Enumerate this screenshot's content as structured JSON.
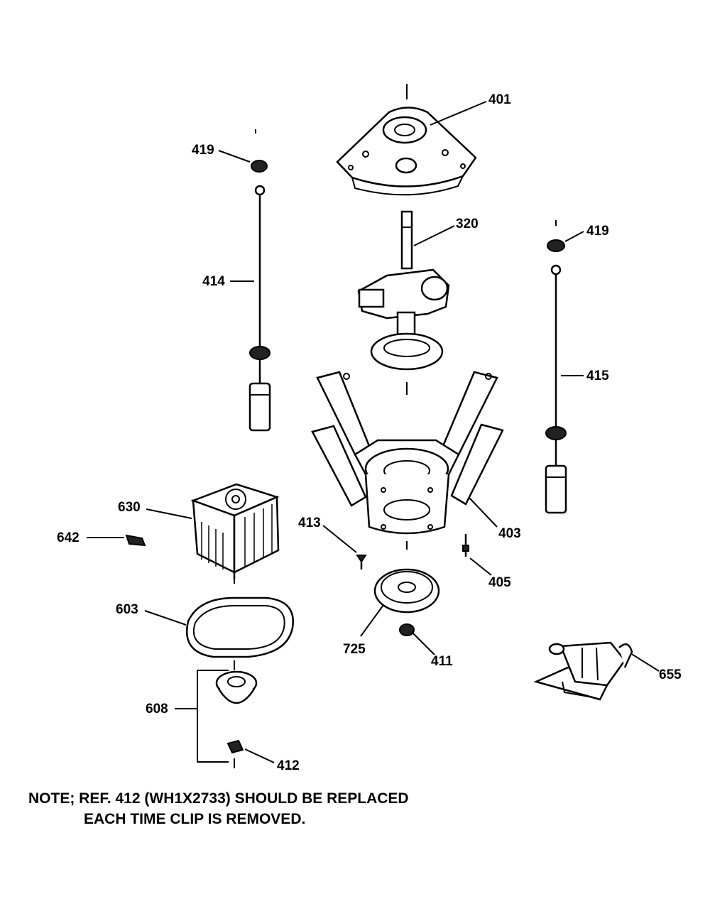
{
  "labels": {
    "p401": "401",
    "p419a": "419",
    "p419b": "419",
    "p320": "320",
    "p414": "414",
    "p415": "415",
    "p630": "630",
    "p642": "642",
    "p413": "413",
    "p403": "403",
    "p405": "405",
    "p603": "603",
    "p725": "725",
    "p411": "411",
    "p655": "655",
    "p608": "608",
    "p412": "412"
  },
  "note": {
    "line1": "NOTE; REF. 412 (WH1X2733) SHOULD BE REPLACED",
    "line2": "EACH TIME CLIP IS REMOVED."
  }
}
